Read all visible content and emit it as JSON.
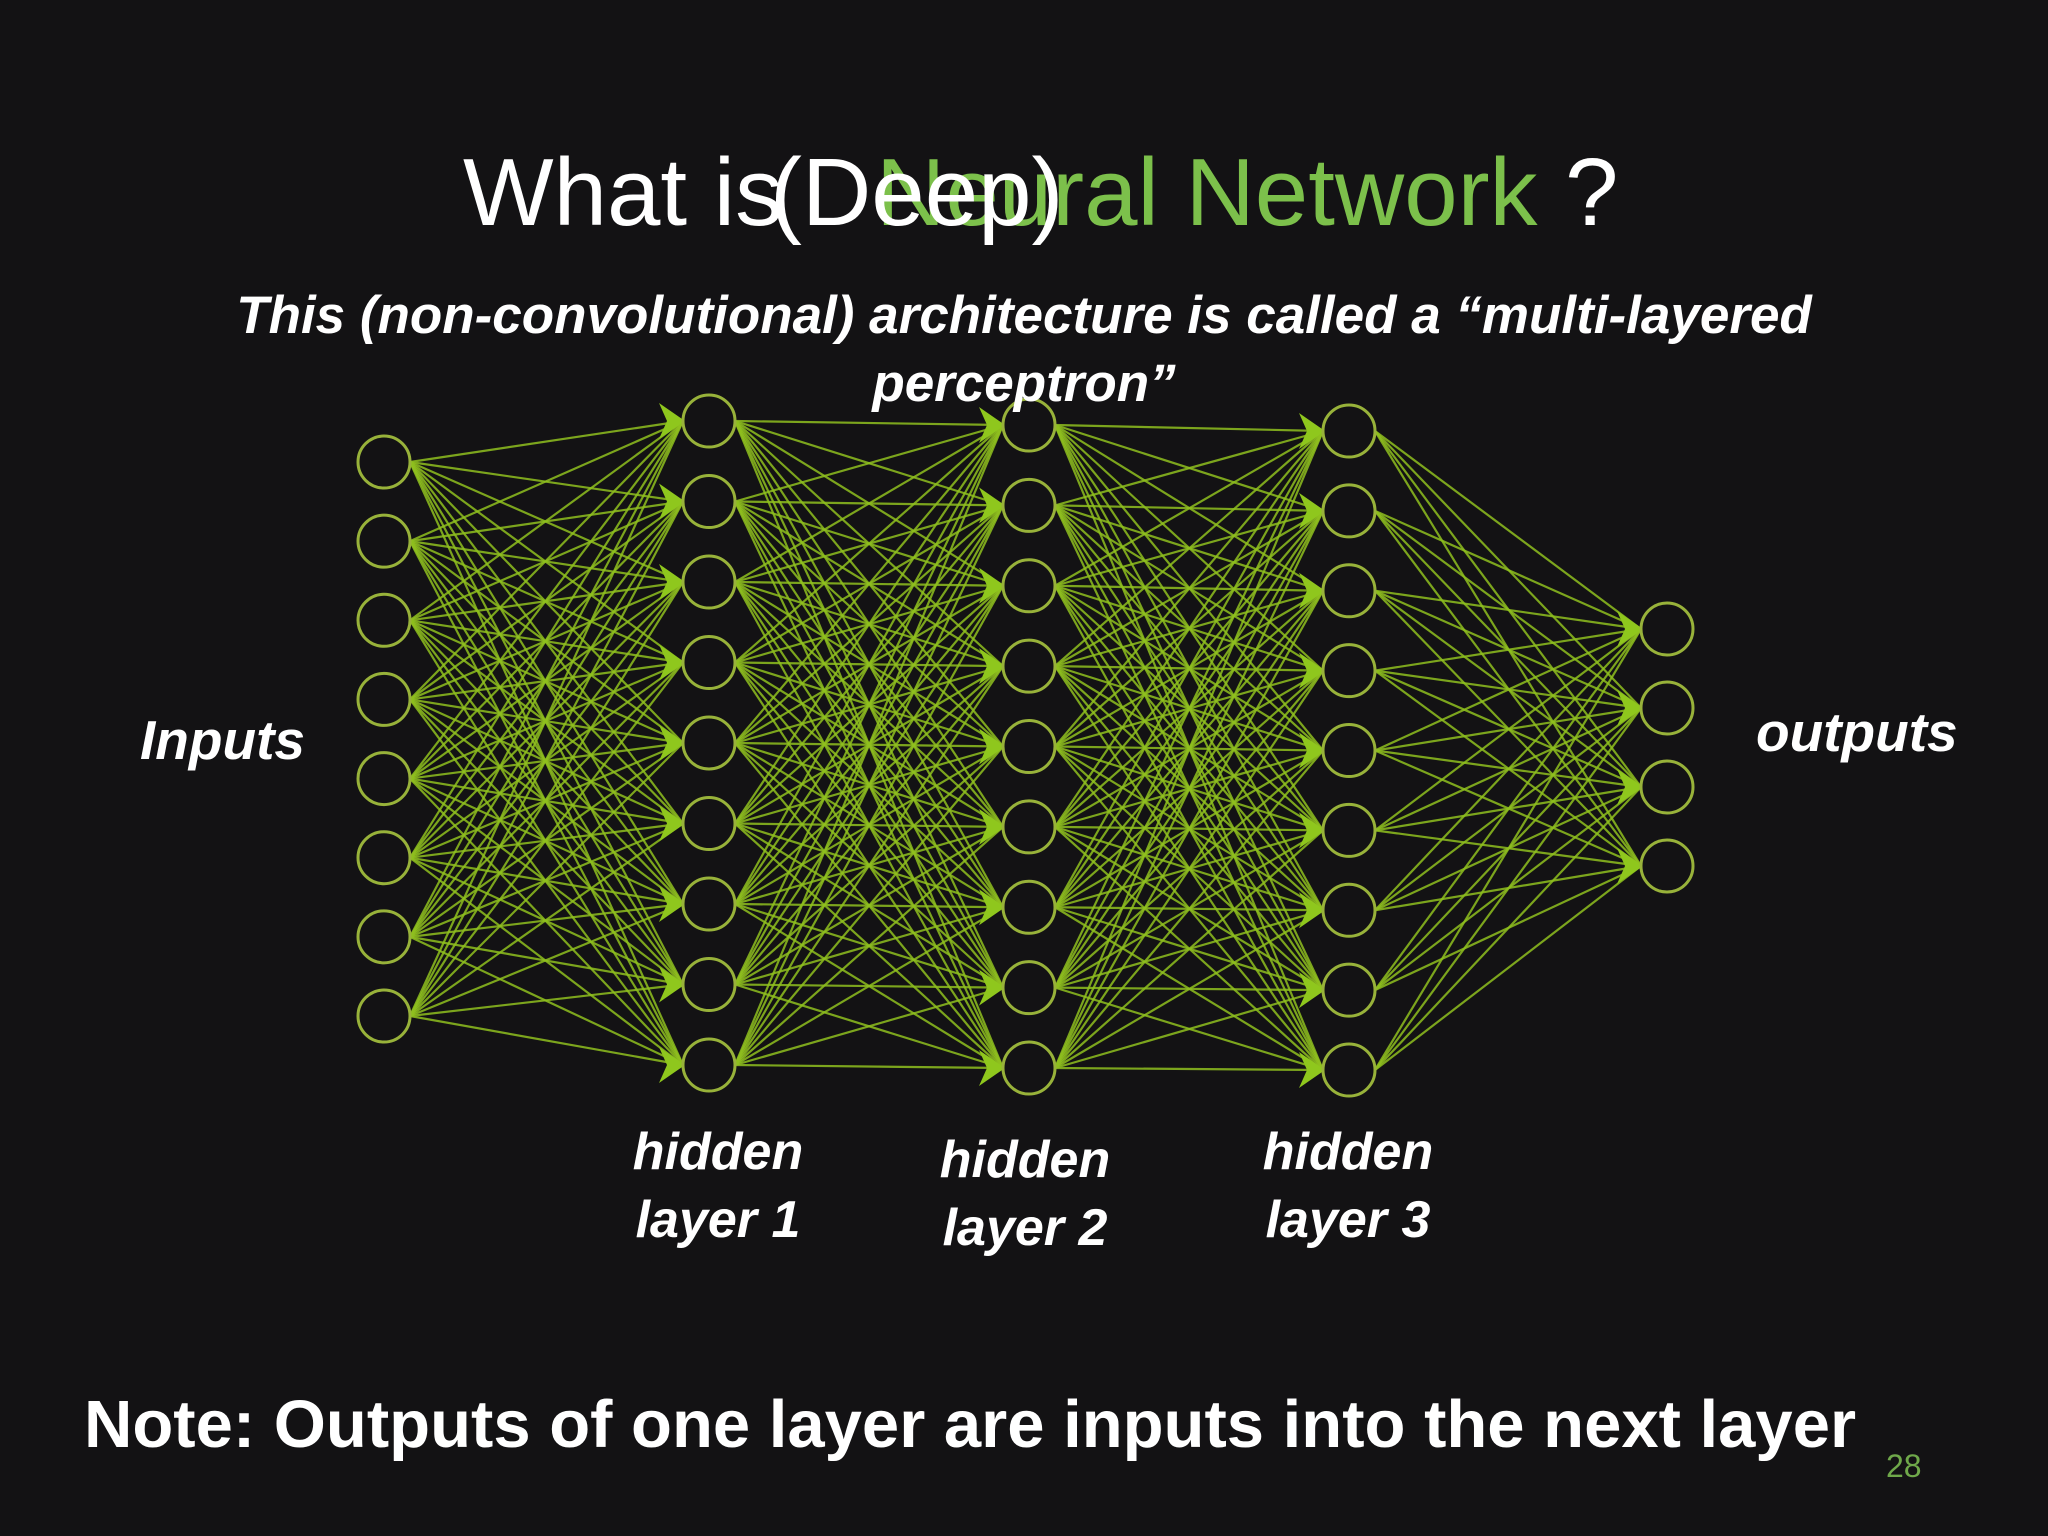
{
  "slide": {
    "title_part_a": "What is",
    "title_part_b": "Neural Network",
    "title_part_c": "?",
    "title_overlay": "(Deep)",
    "subtitle": "This (non-convolutional) architecture is called a “multi-layered perceptron”",
    "inputs_label": "Inputs",
    "outputs_label": "outputs",
    "hidden_layer_1_line1": "hidden",
    "hidden_layer_1_line2": "layer 1",
    "hidden_layer_2_line1": "hidden",
    "hidden_layer_2_line2": "layer 2",
    "hidden_layer_3_line1": "hidden",
    "hidden_layer_3_line2": "layer 3",
    "note": "Note: Outputs of one layer are inputs into the next layer",
    "page_number": "28"
  },
  "network": {
    "layer_node_counts": [
      8,
      9,
      9,
      9,
      4
    ],
    "colors": {
      "background": "#131214",
      "connection": "#8fbf1e",
      "node_stroke": "#98b23a",
      "node_fill": "#131214",
      "arrow": "#8fc71d",
      "title_accent": "#7cc04b",
      "page_number": "#6fa84a"
    }
  }
}
